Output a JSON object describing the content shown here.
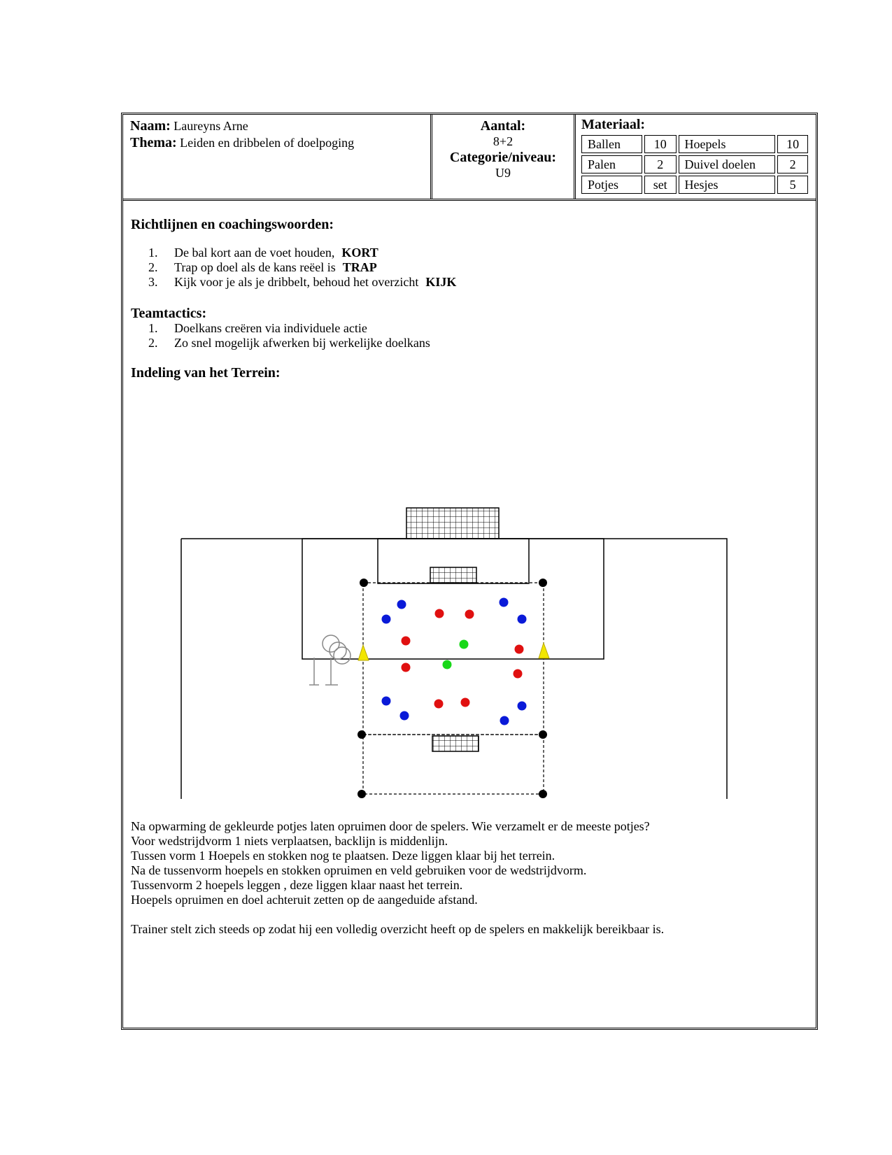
{
  "header": {
    "naam_label": "Naam:",
    "naam_value": "Laureyns Arne",
    "thema_label": "Thema:",
    "thema_value": "Leiden en dribbelen of doelpoging",
    "aantal_label": "Aantal:",
    "aantal_value": "8+2",
    "categorie_label": "Categorie/niveau:",
    "categorie_value": "U9",
    "materiaal_label": "Materiaal:",
    "materiaal": [
      [
        "Ballen",
        "10",
        "Hoepels",
        "10"
      ],
      [
        "Palen",
        "2",
        "Duivel doelen",
        "2"
      ],
      [
        "Potjes",
        "set",
        "Hesjes",
        "5"
      ]
    ]
  },
  "richtlijnen": {
    "title": "Richtlijnen en coachingswoorden:",
    "items": [
      {
        "num": "1.",
        "text": "De bal kort aan de voet houden,",
        "keyword": "KORT"
      },
      {
        "num": "2.",
        "text": "Trap op doel als de kans reëel is",
        "keyword": "TRAP"
      },
      {
        "num": "3.",
        "text": "Kijk voor je als je dribbelt, behoud het overzicht",
        "keyword": "KIJK"
      }
    ]
  },
  "teamtactics": {
    "title": "Teamtactics:",
    "items": [
      {
        "num": "1.",
        "text": "Doelkans creëren via individuele actie"
      },
      {
        "num": "2.",
        "text": "Zo snel mogelijk afwerken bij werkelijke doelkans"
      }
    ]
  },
  "indeling": {
    "title": "Indeling van het Terrein:"
  },
  "colors": {
    "blue": "#0a1ad8",
    "red": "#e01010",
    "green": "#18d818",
    "cone": "#f2e600"
  },
  "notes": [
    "Na opwarming de gekleurde potjes laten opruimen door de spelers. Wie verzamelt er de meeste potjes?",
    "Voor wedstrijdvorm 1 niets verplaatsen, backlijn is middenlijn.",
    "Tussen vorm 1 Hoepels en stokken nog te plaatsen. Deze liggen klaar bij het terrein.",
    "Na de tussenvorm hoepels en stokken opruimen en veld gebruiken voor de wedstrijdvorm.",
    "Tussenvorm 2 hoepels leggen , deze liggen klaar naast het terrein.",
    "Hoepels opruimen en doel achteruit zetten op de aangeduide afstand."
  ],
  "note_trainer": "Trainer stelt zich steeds op zodat hij een volledig overzicht heeft op de spelers en makkelijk bereikbaar is."
}
